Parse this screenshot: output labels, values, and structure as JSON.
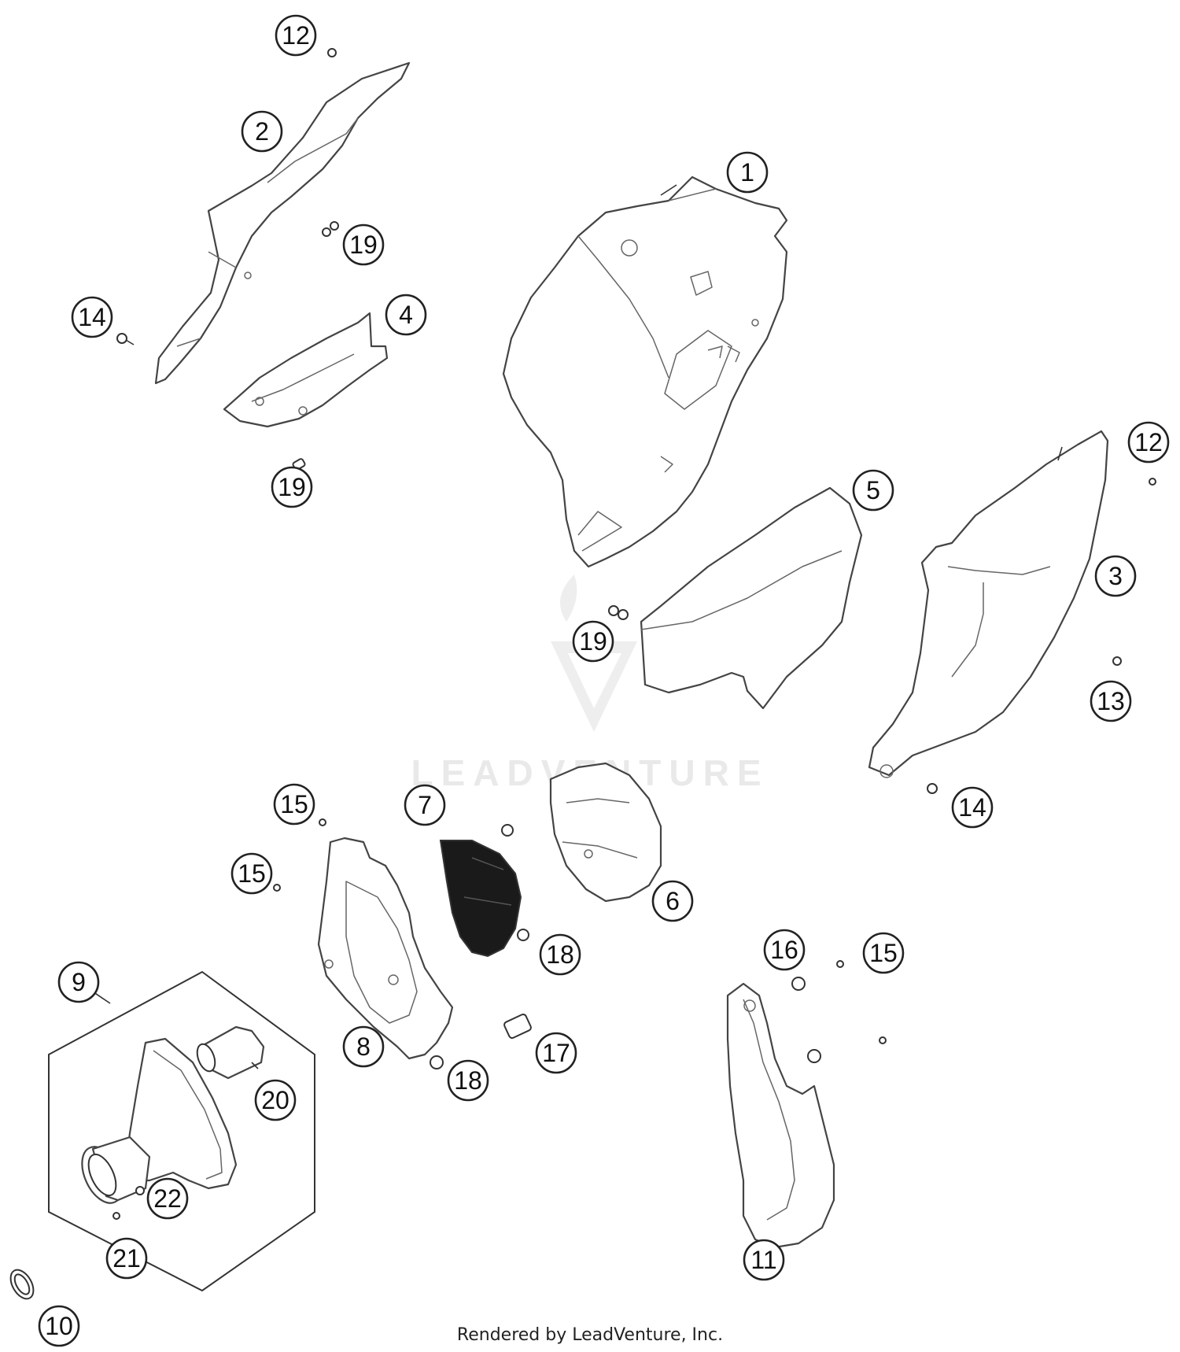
{
  "watermark": {
    "brand_text": "LEADVENTURE"
  },
  "footer": {
    "text": "Rendered by LeadVenture, Inc."
  },
  "callouts": [
    {
      "id": "c12a",
      "label": "12"
    },
    {
      "id": "c2",
      "label": "2"
    },
    {
      "id": "c19a",
      "label": "19"
    },
    {
      "id": "c14a",
      "label": "14"
    },
    {
      "id": "c4",
      "label": "4"
    },
    {
      "id": "c19b",
      "label": "19"
    },
    {
      "id": "c1",
      "label": "1"
    },
    {
      "id": "c5",
      "label": "5"
    },
    {
      "id": "c12b",
      "label": "12"
    },
    {
      "id": "c3",
      "label": "3"
    },
    {
      "id": "c19c",
      "label": "19"
    },
    {
      "id": "c13",
      "label": "13"
    },
    {
      "id": "c14b",
      "label": "14"
    },
    {
      "id": "c15a",
      "label": "15"
    },
    {
      "id": "c7",
      "label": "7"
    },
    {
      "id": "c15b",
      "label": "15"
    },
    {
      "id": "c6",
      "label": "6"
    },
    {
      "id": "c18a",
      "label": "18"
    },
    {
      "id": "c16",
      "label": "16"
    },
    {
      "id": "c15c",
      "label": "15"
    },
    {
      "id": "c9",
      "label": "9"
    },
    {
      "id": "c8",
      "label": "8"
    },
    {
      "id": "c17",
      "label": "17"
    },
    {
      "id": "c18b",
      "label": "18"
    },
    {
      "id": "c20",
      "label": "20"
    },
    {
      "id": "c22",
      "label": "22"
    },
    {
      "id": "c21",
      "label": "21"
    },
    {
      "id": "c11",
      "label": "11"
    },
    {
      "id": "c10",
      "label": "10"
    }
  ]
}
